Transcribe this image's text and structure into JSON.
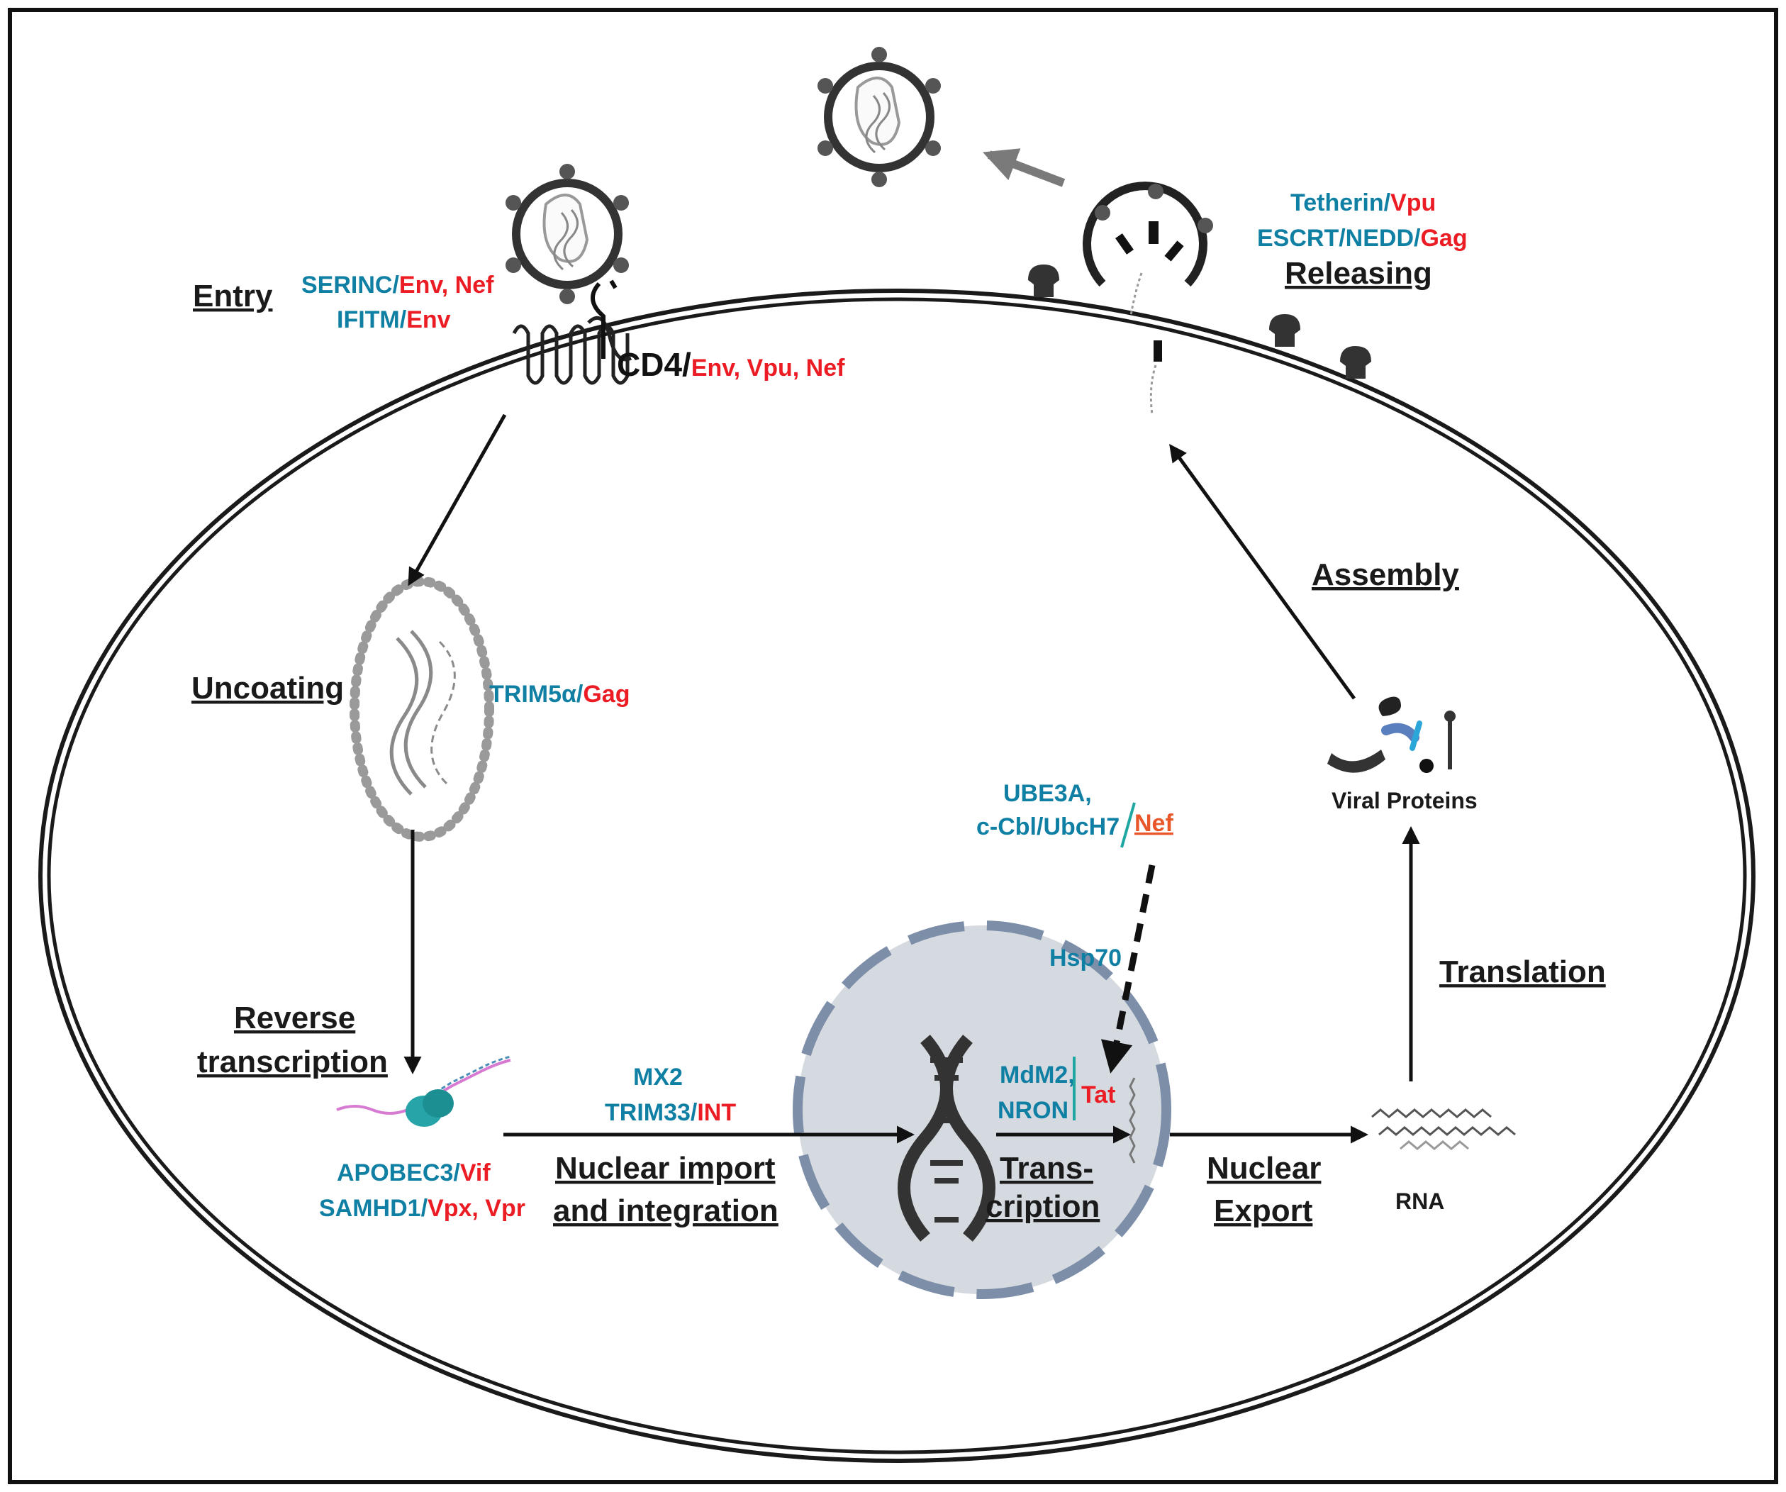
{
  "steps": {
    "entry": "Entry",
    "uncoating": "Uncoating",
    "reverse_transcription_1": "Reverse",
    "reverse_transcription_2": "transcription",
    "nuclear_import_1": "Nuclear import",
    "nuclear_import_2": "and integration",
    "transcription_1": "Trans-",
    "transcription_2": "cription",
    "nuclear_export_1": "Nuclear",
    "nuclear_export_2": "Export",
    "translation": "Translation",
    "assembly": "Assembly",
    "releasing": "Releasing"
  },
  "labels": {
    "cd4": "CD4/",
    "viral_proteins": "Viral Proteins",
    "rna": "RNA"
  },
  "factors": {
    "serinc_host": "SERINC/",
    "serinc_viral": "Env, Nef",
    "ifitm_host": "IFITM/",
    "ifitm_viral": "Env",
    "cd4_viral": "Env, Vpu, Nef",
    "trim5_host": "TRIM5α/",
    "trim5_viral": "Gag",
    "apobec_host": "APOBEC3/",
    "apobec_viral": "Vif",
    "samhd1_host": "SAMHD1/",
    "samhd1_viral": "Vpx, Vpr",
    "mx2_host": "MX2",
    "trim33_host": "TRIM33/",
    "trim33_viral": "INT",
    "ube3a_host": "UBE3A,",
    "ccbl_host": "c-Cbl/UbcH7",
    "nef_viral": "Nef",
    "hsp70_host": "Hsp70",
    "mdm2_host": "MdM2,",
    "nron_host": "NRON",
    "tat_viral": "Tat",
    "tetherin_host": "Tetherin/",
    "tetherin_viral": "Vpu",
    "escrt_host": "ESCRT/NEDD/",
    "escrt_viral": "Gag"
  },
  "colors": {
    "host_factor": "#0f7fa3",
    "viral_protein": "#ec1c24",
    "nucleus_fill": "#d5d9e0",
    "nucleus_border": "#7d8ea8",
    "outline": "#1a1a1a"
  }
}
